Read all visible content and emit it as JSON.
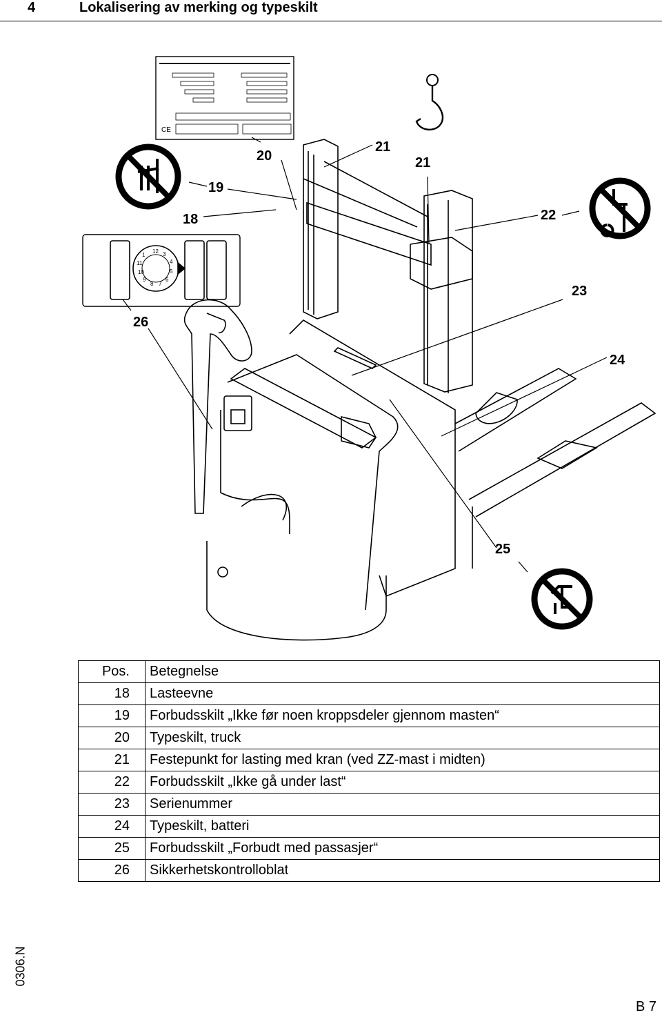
{
  "header": {
    "section_number": "4",
    "title": "Lokalisering av merking og typeskilt"
  },
  "figure": {
    "callouts": [
      "18",
      "19",
      "20",
      "21",
      "21",
      "22",
      "23",
      "24",
      "25",
      "26"
    ],
    "nameplate_mark": "CE"
  },
  "legend": {
    "header": {
      "pos": "Pos.",
      "label": "Betegnelse"
    },
    "rows": [
      {
        "pos": "18",
        "label": "Lasteevne"
      },
      {
        "pos": "19",
        "label": "Forbudsskilt „Ikke før noen kroppsdeler gjennom masten“"
      },
      {
        "pos": "20",
        "label": "Typeskilt, truck"
      },
      {
        "pos": "21",
        "label": "Festepunkt for lasting med kran (ved ZZ-mast i midten)"
      },
      {
        "pos": "22",
        "label": "Forbudsskilt „Ikke gå under last“"
      },
      {
        "pos": "23",
        "label": "Serienummer"
      },
      {
        "pos": "24",
        "label": "Typeskilt, batteri"
      },
      {
        "pos": "25",
        "label": "Forbudsskilt „Forbudt med passasjer“"
      },
      {
        "pos": "26",
        "label": "Sikkerhetskontrolloblat"
      }
    ]
  },
  "footer": {
    "side_code": "0306.N",
    "page": "B 7"
  }
}
